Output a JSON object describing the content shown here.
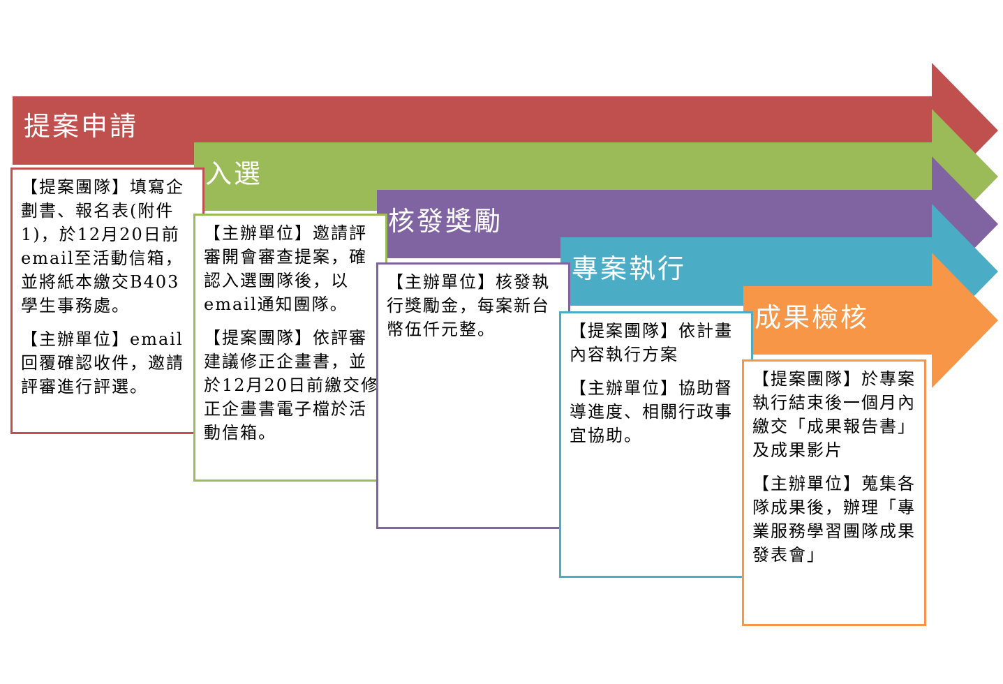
{
  "stages": [
    {
      "title": "提案申請",
      "color": "#c0504d",
      "paragraphs": [
        "【提案團隊】填寫企劃書、報名表(附件1)，於12月20日前email至活動信箱，並將紙本繳交B403學生事務處。",
        "【主辦單位】email回覆確認收件，邀請評審進行評選。"
      ]
    },
    {
      "title": "入選",
      "color": "#9bbb59",
      "paragraphs": [
        "【主辦單位】邀請評審開會審查提案，確認入選團隊後，以email通知團隊。",
        "【提案團隊】依評審建議修正企畫書，並於12月20日前繳交修正企畫書電子檔於活動信箱。"
      ]
    },
    {
      "title": "核發獎勵",
      "color": "#8064a2",
      "paragraphs": [
        "【主辦單位】核發執行獎勵金，每案新台幣伍仟元整。"
      ]
    },
    {
      "title": "專案執行",
      "color": "#4bacc6",
      "paragraphs": [
        "【提案團隊】依計畫內容執行方案",
        "【主辦單位】協助督導進度、相關行政事宜協助。"
      ]
    },
    {
      "title": "成果檢核",
      "color": "#f79646",
      "paragraphs": [
        "【提案團隊】於專案執行結束後一個月內繳交「成果報告書」及成果影片",
        "【主辦單位】蒐集各隊成果後，辦理「專業服務學習團隊成果發表會」"
      ]
    }
  ]
}
